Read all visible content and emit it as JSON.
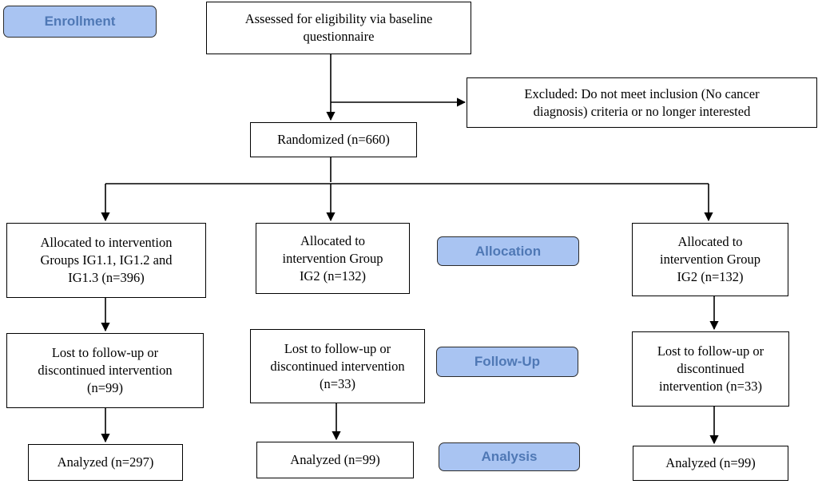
{
  "stages": {
    "enrollment": "Enrollment",
    "allocation": "Allocation",
    "follow_up": "Follow-Up",
    "analysis": "Analysis"
  },
  "boxes": {
    "assessed": "Assessed for eligibility via baseline\nquestionnaire",
    "excluded": "Excluded: Do not meet inclusion (No cancer\ndiagnosis) criteria or no longer interested",
    "randomized": "Randomized (n=660)",
    "alloc_left": "Allocated to intervention\nGroups IG1.1, IG1.2 and\nIG1.3 (n=396)",
    "alloc_mid": "Allocated to\nintervention Group\nIG2 (n=132)",
    "alloc_right": "Allocated to\nintervention Group\nIG2 (n=132)",
    "lost_left": "Lost to follow-up or\ndiscontinued intervention\n(n=99)",
    "lost_mid": "Lost to follow-up or\ndiscontinued intervention\n(n=33)",
    "lost_right": "Lost to follow-up or\ndiscontinued\nintervention (n=33)",
    "analyzed_left": "Analyzed (n=297)",
    "analyzed_mid": "Analyzed (n=99)",
    "analyzed_right": "Analyzed (n=99)"
  },
  "colors": {
    "stage_fill": "#a9c4f2",
    "stage_text": "#4f78b5",
    "line": "#000000"
  }
}
